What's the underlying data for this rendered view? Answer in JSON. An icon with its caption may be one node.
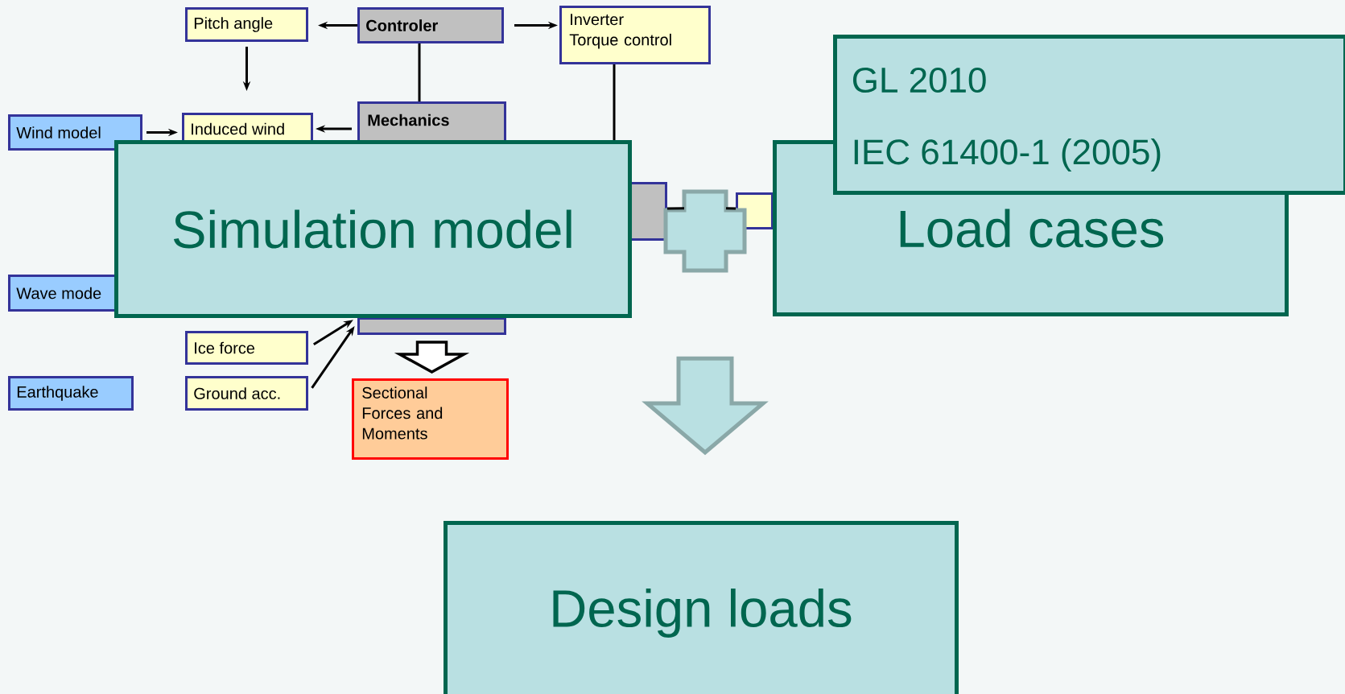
{
  "diagram": {
    "nodes": [
      {
        "text": [
          "Pitch angle"
        ]
      },
      {
        "text": [
          "Controler"
        ]
      },
      {
        "text": [
          "Inverter",
          "Torque control"
        ]
      },
      {
        "text": [
          "GL 2010",
          "IEC 61400-1 (2005)"
        ]
      },
      {
        "text": [
          "Wind model"
        ]
      },
      {
        "text": [
          "Induced wind"
        ]
      },
      {
        "text": [
          "Mechanics"
        ]
      },
      {
        "text": [
          "Simulation model"
        ]
      },
      {
        "text": [],
        "shape": "box"
      },
      {
        "text": [],
        "shape": "box"
      },
      {
        "text": [
          "Load cases"
        ]
      },
      {
        "text": [],
        "shape": "cross"
      },
      {
        "text": [
          "Wave mode"
        ]
      },
      {
        "text": [],
        "shape": "box"
      },
      {
        "text": [
          "Ice  force"
        ]
      },
      {
        "text": [
          "Earthquake"
        ]
      },
      {
        "text": [
          "Ground acc."
        ]
      },
      {
        "text": [
          "Sectional Forces and Moments"
        ]
      },
      {
        "text": [
          "Design loads"
        ]
      }
    ],
    "edges": [
      {
        "from": 1,
        "to": 0,
        "arrow": "to"
      },
      {
        "from": 1,
        "to": 2,
        "arrow": "to"
      },
      {
        "from": 0,
        "to": 5,
        "arrow": "to"
      },
      {
        "from": 4,
        "to": 5,
        "arrow": "to"
      },
      {
        "from": 6,
        "to": 5,
        "arrow": "to"
      },
      {
        "from": 1,
        "to": 6,
        "arrow": "none"
      },
      {
        "from": 2,
        "to": 7,
        "arrow": "none"
      },
      {
        "from": 8,
        "to": 11,
        "arrow": "none"
      },
      {
        "from": 14,
        "to": 13,
        "arrow": "to"
      },
      {
        "from": 16,
        "to": 13,
        "arrow": "to"
      },
      {
        "from": 13,
        "to": 17,
        "arrow": "to",
        "style": "thick"
      },
      {
        "from": 11,
        "to": 18,
        "arrow": "to",
        "style": "thick",
        "color": "#8aa8a8"
      },
      {
        "from": 11,
        "to": 9,
        "arrow": "none"
      }
    ]
  }
}
